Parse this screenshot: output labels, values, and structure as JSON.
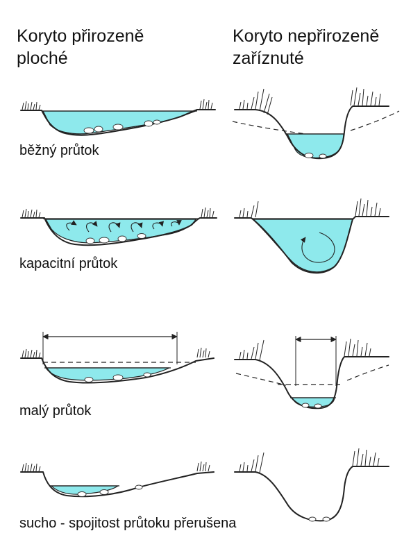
{
  "headers": {
    "natural": "Koryto přirozeně ploché",
    "unnatural": "Koryto nepřirozeně zaříznuté"
  },
  "labels": {
    "normal_flow": "běžný průtok",
    "capacity_flow": "kapacitní průtok",
    "low_flow": "malý průtok",
    "drought": "sucho - spojitost průtoku přerušena"
  },
  "colors": {
    "water": "#8ee9ec",
    "line": "#222222"
  }
}
